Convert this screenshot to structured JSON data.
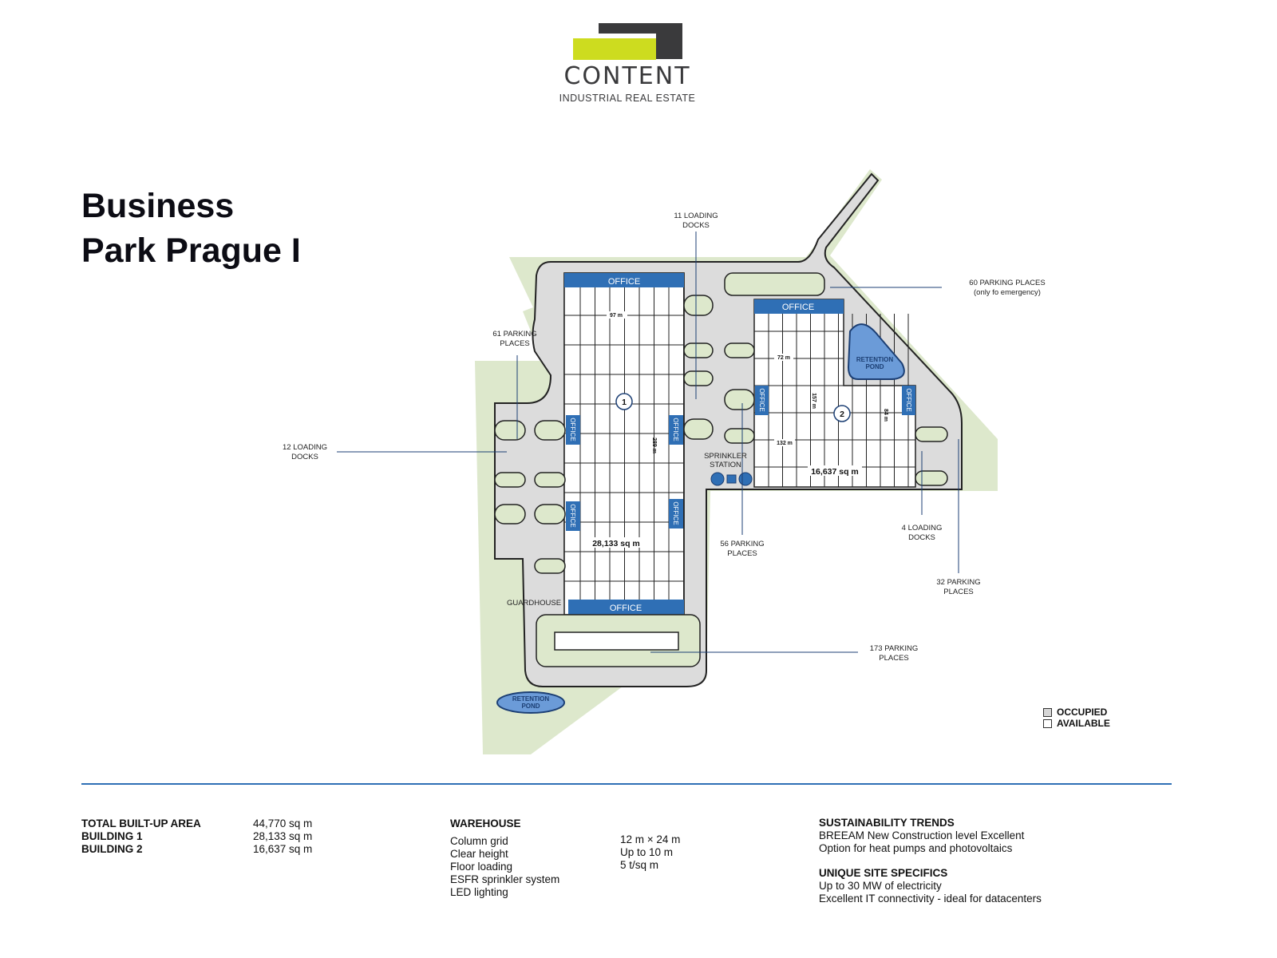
{
  "logo": {
    "name": "CONTENT",
    "tagline": "INDUSTRIAL REAL ESTATE",
    "colors": {
      "lime": "#cddc1f",
      "dark": "#3a3a3c"
    }
  },
  "title": {
    "line1": "Business",
    "line2": "Park Prague I"
  },
  "plan": {
    "offices": [
      "OFFICE",
      "OFFICE",
      "OFFICE",
      "OFFICE",
      "OFFICE",
      "OFFICE",
      "OFFICE",
      "OFFICE",
      "OFFICE"
    ],
    "building1": {
      "number": "1",
      "area": "28,133 sq m",
      "width": "97 m",
      "length": "289 m"
    },
    "building2": {
      "number": "2",
      "area": "16,637 sq m",
      "width_a": "72 m",
      "width_b": "132 m",
      "length_a": "157 m",
      "length_b": "84 m"
    },
    "labels": {
      "loading_11": [
        "11 LOADING",
        "DOCKS"
      ],
      "parking_60": [
        "60 PARKING PLACES",
        "(only fo emergency)"
      ],
      "parking_61": [
        "61 PARKING",
        "PLACES"
      ],
      "loading_12": [
        "12 LOADING",
        "DOCKS"
      ],
      "sprinkler": [
        "SPRINKLER",
        "STATION"
      ],
      "loading_4": [
        "4 LOADING",
        "DOCKS"
      ],
      "parking_56": [
        "56 PARKING",
        "PLACES"
      ],
      "parking_32": [
        "32 PARKING",
        "PLACES"
      ],
      "parking_173": [
        "173 PARKING",
        "PLACES"
      ],
      "guardhouse": "GUARDHOUSE",
      "pond": [
        "RETENTION",
        "POND"
      ]
    },
    "colors": {
      "green": "#dde8cc",
      "road": "#dcdcdc",
      "office": "#2f6fb5",
      "pond": "#6b9bd8"
    }
  },
  "legend": {
    "occupied": "OCCUPIED",
    "available": "AVAILABLE"
  },
  "info": {
    "areas": [
      {
        "label": "TOTAL BUILT-UP AREA",
        "value": "44,770 sq m"
      },
      {
        "label": "BUILDING 1",
        "value": "28,133 sq m"
      },
      {
        "label": "BUILDING 2",
        "value": "16,637 sq m"
      }
    ],
    "warehouse": {
      "heading": "WAREHOUSE",
      "rows": [
        {
          "label": "Column grid",
          "value": "12 m × 24 m"
        },
        {
          "label": "Clear height",
          "value": "Up to 10 m"
        },
        {
          "label": "Floor loading",
          "value": "5 t/sq m"
        },
        {
          "label": "ESFR sprinkler system",
          "value": ""
        },
        {
          "label": "LED lighting",
          "value": ""
        }
      ]
    },
    "sustainability": {
      "heading": "SUSTAINABILITY TRENDS",
      "lines": [
        "BREEAM New Construction level Excellent",
        "Option for heat pumps and photovoltaics"
      ]
    },
    "specifics": {
      "heading": "UNIQUE SITE SPECIFICS",
      "lines": [
        "Up to 30 MW of electricity",
        "Excellent IT connectivity - ideal for datacenters"
      ]
    }
  }
}
